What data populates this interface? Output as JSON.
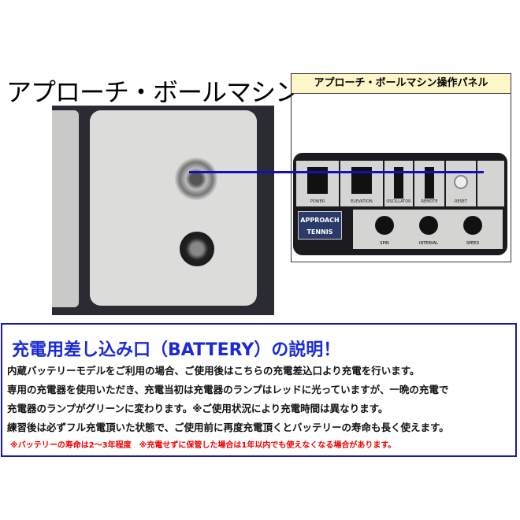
{
  "title": "アプローチ・ボールマシン",
  "panel_box": {
    "header": "アプローチ・ボールマシン操作パネル",
    "switches": [
      "POWER",
      "ELEVATION",
      "OSCILLATOR",
      "REMOTE",
      "RESET"
    ],
    "logo": [
      "APPROACH",
      "TENNIS"
    ],
    "knobs": [
      "SPIN",
      "INTERVAL",
      "SPEED"
    ]
  },
  "explanation": {
    "title": "充電用差し込み口（BATTERY）の説明！",
    "lines": [
      "内蔵バッテリーモデルをご利用の場合、ご使用後はこちらの充電差込口より充電を行います。",
      "専用の充電器を使用いただき、充電当初は充電器のランプはレッドに光っていますが、一晩の充電で",
      "充電器のランプがグリーンに変わります。※ご使用状況により充電時間は異なります。",
      "練習後は必ずフル充電頂いた状態で、ご使用前に再度充電頂くとバッテリーの寿命も長く使えます。"
    ],
    "note": "※バッテリーの寿命は2～3年程度　※充電せずに保管した場合は1年以内でも使えなくなる場合があります。"
  },
  "colors": {
    "title_blue": "#1a2ad8",
    "note_red": "#e00000",
    "line_blue": "#1010c0"
  }
}
